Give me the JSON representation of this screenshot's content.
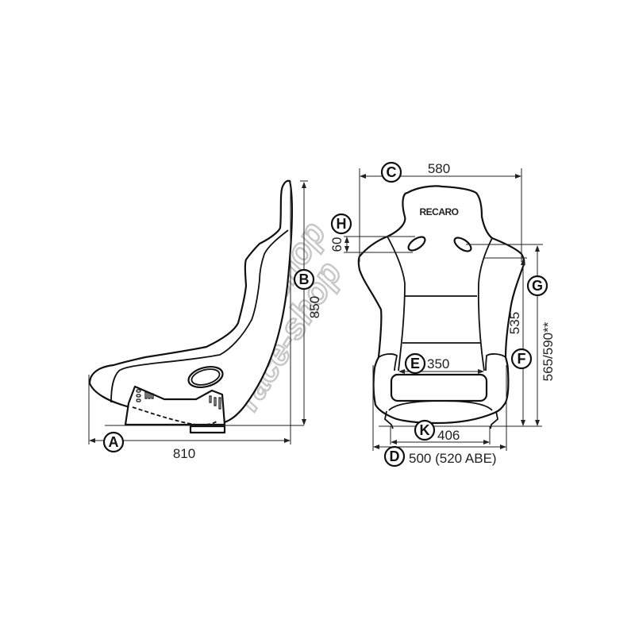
{
  "watermark": "race-shop",
  "side_view": {
    "dim_a": {
      "letter": "A",
      "value": "810"
    },
    "dim_b": {
      "letter": "B",
      "value": "850"
    }
  },
  "front_view": {
    "logo": "RECARO",
    "dim_c": {
      "letter": "C",
      "value": "580"
    },
    "dim_h": {
      "letter": "H",
      "value": "60"
    },
    "dim_g": {
      "letter": "G",
      "value": "565/590**"
    },
    "dim_f": {
      "letter": "F",
      "value": "535"
    },
    "dim_e": {
      "letter": "E",
      "value": "350"
    },
    "dim_k": {
      "letter": "K",
      "value": "406"
    },
    "dim_d": {
      "letter": "D",
      "value": "500 (520 ABE)"
    }
  },
  "colors": {
    "line": "#111111",
    "watermark": "#c8c8c8"
  }
}
